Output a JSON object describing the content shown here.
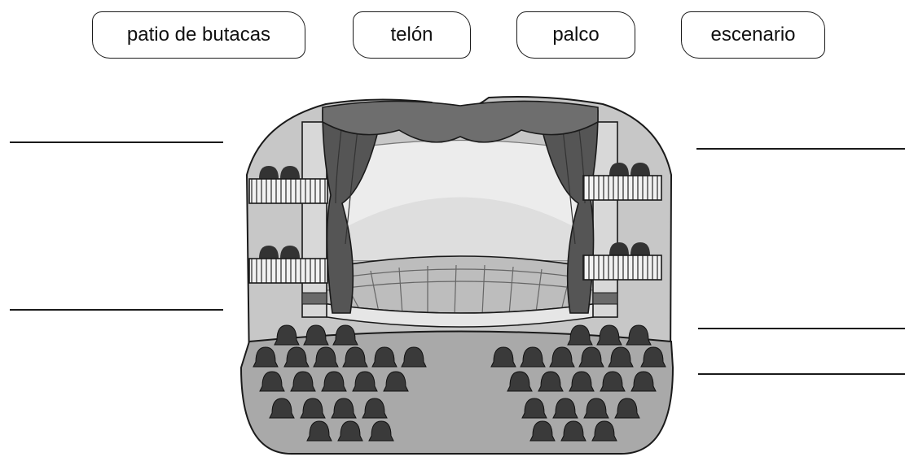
{
  "word_bank": [
    {
      "id": "patio",
      "label": "patio de butacas"
    },
    {
      "id": "telon",
      "label": "telón"
    },
    {
      "id": "palco",
      "label": "palco"
    },
    {
      "id": "escenario",
      "label": "escenario"
    }
  ],
  "answer_lines": [
    {
      "id": "left-top",
      "value": ""
    },
    {
      "id": "left-bottom",
      "value": ""
    },
    {
      "id": "right-top",
      "value": ""
    },
    {
      "id": "right-middle",
      "value": ""
    },
    {
      "id": "right-bottom",
      "value": ""
    }
  ],
  "illustration": {
    "subject": "theater-stage-illustration"
  }
}
